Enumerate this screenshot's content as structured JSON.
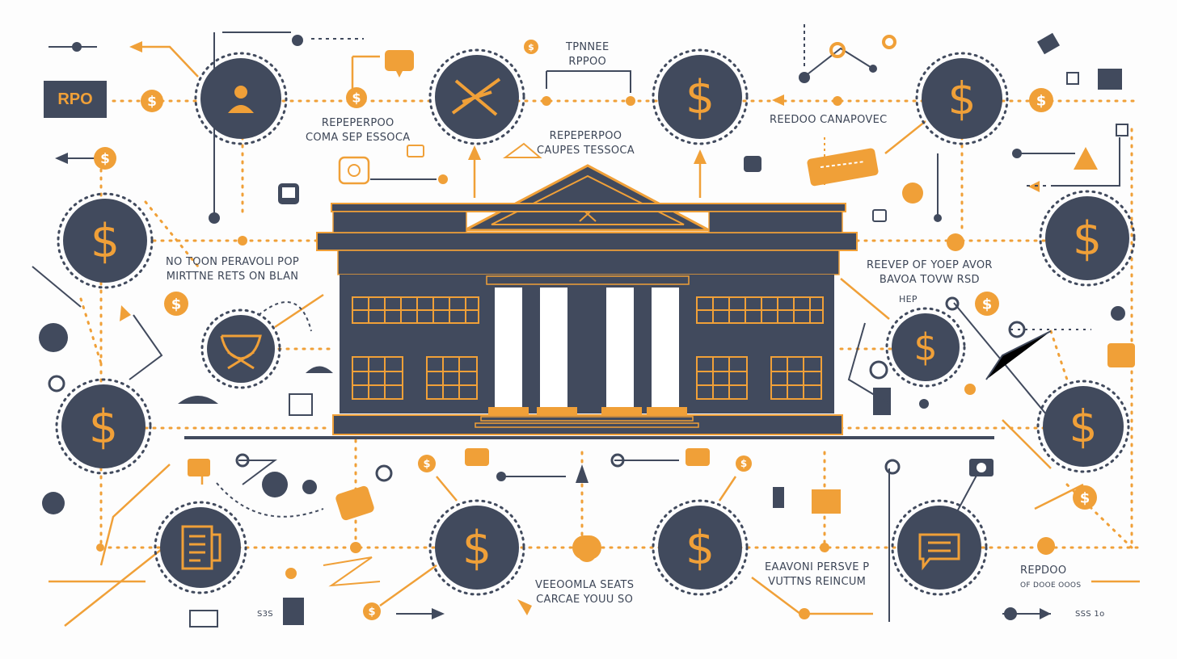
{
  "badge": {
    "label": "RPO"
  },
  "labels": {
    "top_center": [
      "TPNNEE",
      "RPPOO"
    ],
    "left_upper": [
      "REPEPERPOO",
      "COMA SEP ESSOCA"
    ],
    "center_upper": [
      "REPEPERPOO",
      "CAUPES TESSOCA"
    ],
    "right_upper": [
      "REEDOO CANAPOVEC"
    ],
    "left_mid": [
      "NO TOON PERAVOLI POP",
      "MIRTTNE RETS ON BLAN"
    ],
    "right_mid": [
      "REEVEP OF YOEP AVOR",
      "BAVOA TOVW RSD"
    ],
    "right_mid_small": [
      "HEP"
    ],
    "bottom_center": [
      "VEEOOMLA SEATS",
      "CARCAE YOUU SO"
    ],
    "bottom_right": [
      "EAAVONI PERSVE P",
      "VUTTNS REINCUM"
    ],
    "far_right_bottom": [
      "REPDOO"
    ],
    "far_right_small": [
      "OF DOOE OOOS"
    ],
    "bottom_small_left": [
      "S3S"
    ],
    "bottom_small_right": [
      "SSS 1o"
    ]
  },
  "colors": {
    "navy": "#414a5d",
    "orange": "#f0a038",
    "white": "#ffffff",
    "background": "#fdfdfd"
  },
  "icons": {
    "hubs": [
      "person-icon",
      "tools-icon",
      "dollar-icon",
      "dollar-icon",
      "dollar-icon",
      "dollar-icon",
      "bowl-icon",
      "dollar-icon",
      "dollar-icon",
      "dollar-icon",
      "document-icon",
      "dollar-icon",
      "dollar-icon",
      "chat-icon"
    ],
    "center": "bank-building-icon"
  }
}
